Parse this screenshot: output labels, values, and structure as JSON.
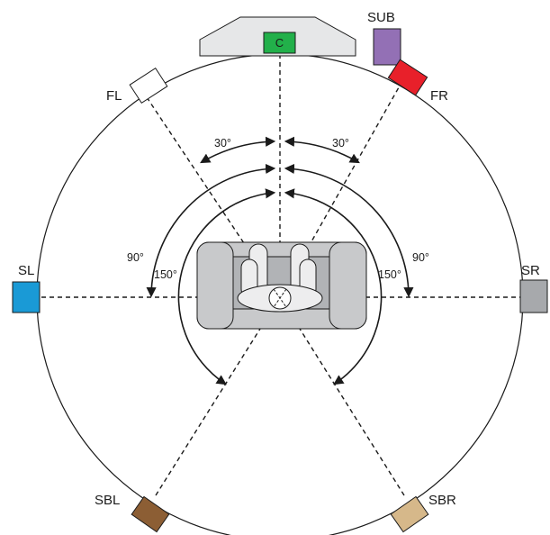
{
  "speakers": {
    "c": {
      "label": "C",
      "color": "#22b04a"
    },
    "fl": {
      "label": "FL",
      "color": "#ffffff"
    },
    "fr": {
      "label": "FR",
      "color": "#e8202a"
    },
    "sub": {
      "label": "SUB",
      "color": "#9370b5"
    },
    "sl": {
      "label": "SL",
      "color": "#1a9ad6"
    },
    "sr": {
      "label": "SR",
      "color": "#a7a9ac"
    },
    "sbl": {
      "label": "SBL",
      "color": "#8c5e34"
    },
    "sbr": {
      "label": "SBR",
      "color": "#d6b88a"
    }
  },
  "angles": {
    "front_left": "30°",
    "front_right": "30°",
    "side_left": "90°",
    "side_right": "90°",
    "back_left": "150°",
    "back_right": "150°"
  },
  "colors": {
    "tv_stand": "#e6e7e8",
    "couch": "#c8c9cb",
    "couch_inner": "#b1b3b6",
    "listener": "#ededee",
    "line": "#1a1a1a"
  }
}
